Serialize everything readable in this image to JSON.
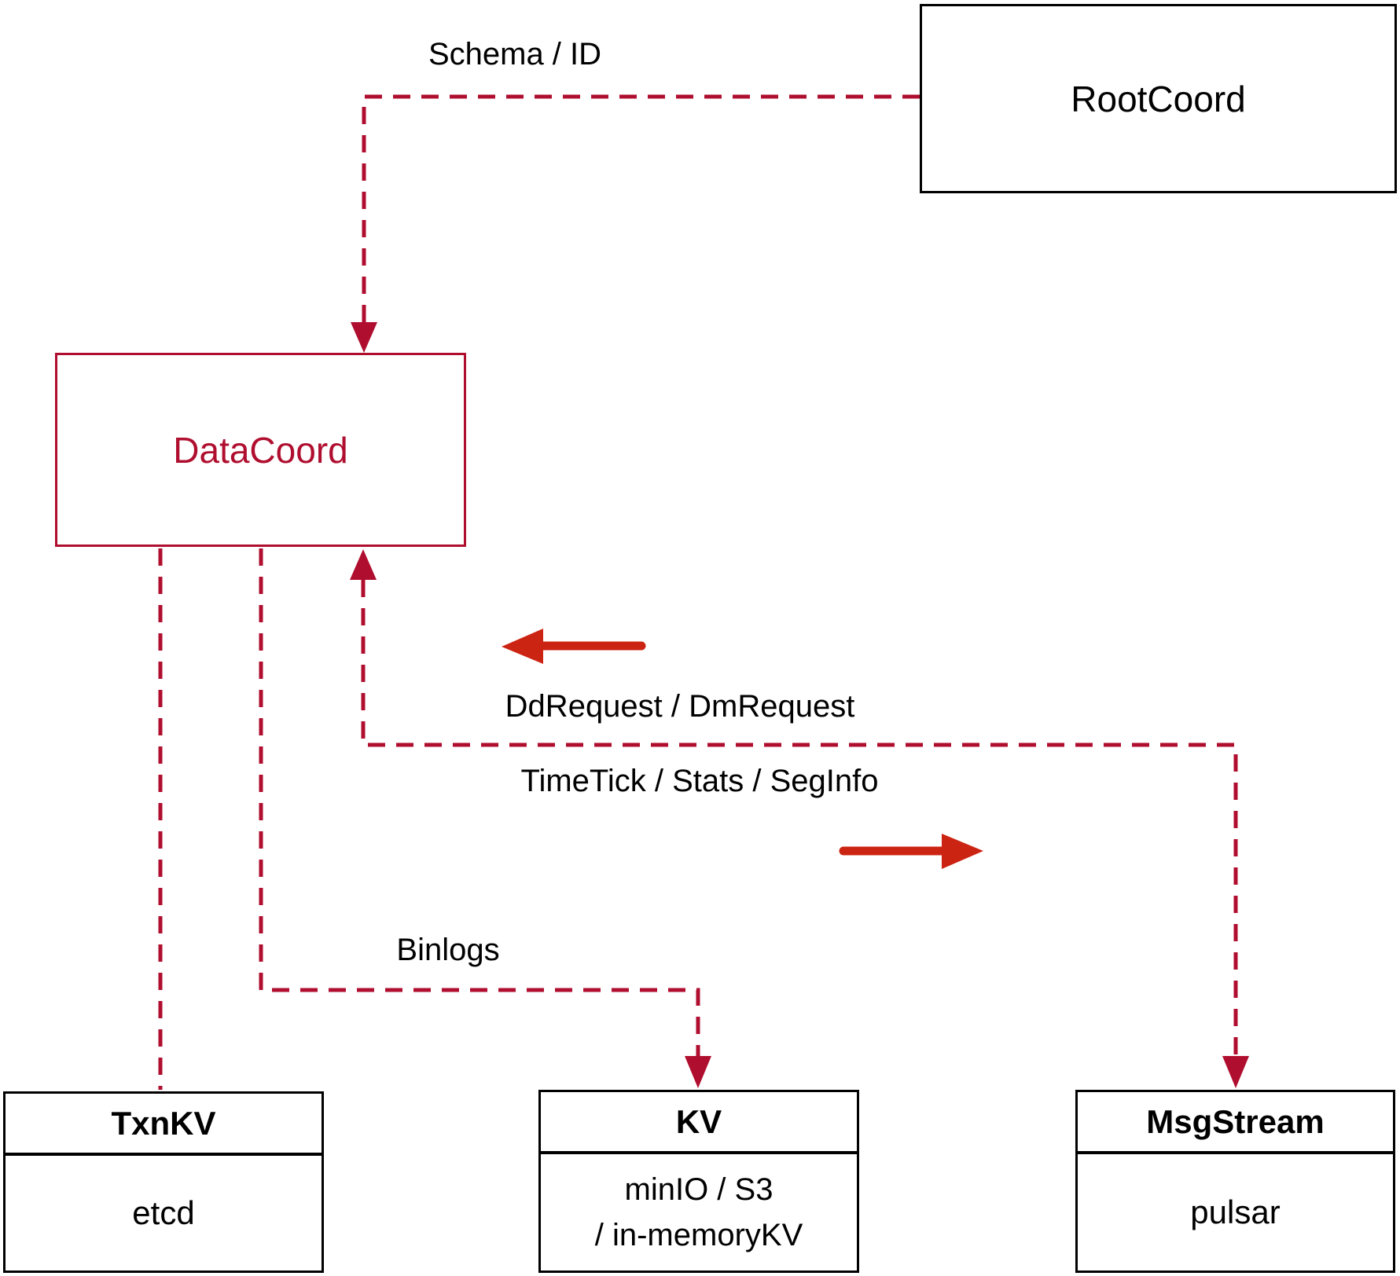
{
  "diagram": {
    "nodes": {
      "rootcoord": {
        "label": "RootCoord"
      },
      "datacoord": {
        "label": "DataCoord"
      },
      "txnkv": {
        "title": "TxnKV",
        "body": "etcd"
      },
      "kv": {
        "title": "KV",
        "body_line1": "minIO / S3",
        "body_line2": "/ in-memoryKV"
      },
      "msgstream": {
        "title": "MsgStream",
        "body": "pulsar"
      }
    },
    "edge_labels": {
      "schema_id": "Schema / ID",
      "dd_dm_request": "DdRequest / DmRequest",
      "timetick_stats_seginfo": "TimeTick / Stats / SegInfo",
      "binlogs": "Binlogs"
    },
    "colors": {
      "crimson": "#b00e2f",
      "arrow_red": "#cc2412",
      "black": "#000000",
      "background": "#ffffff"
    }
  }
}
